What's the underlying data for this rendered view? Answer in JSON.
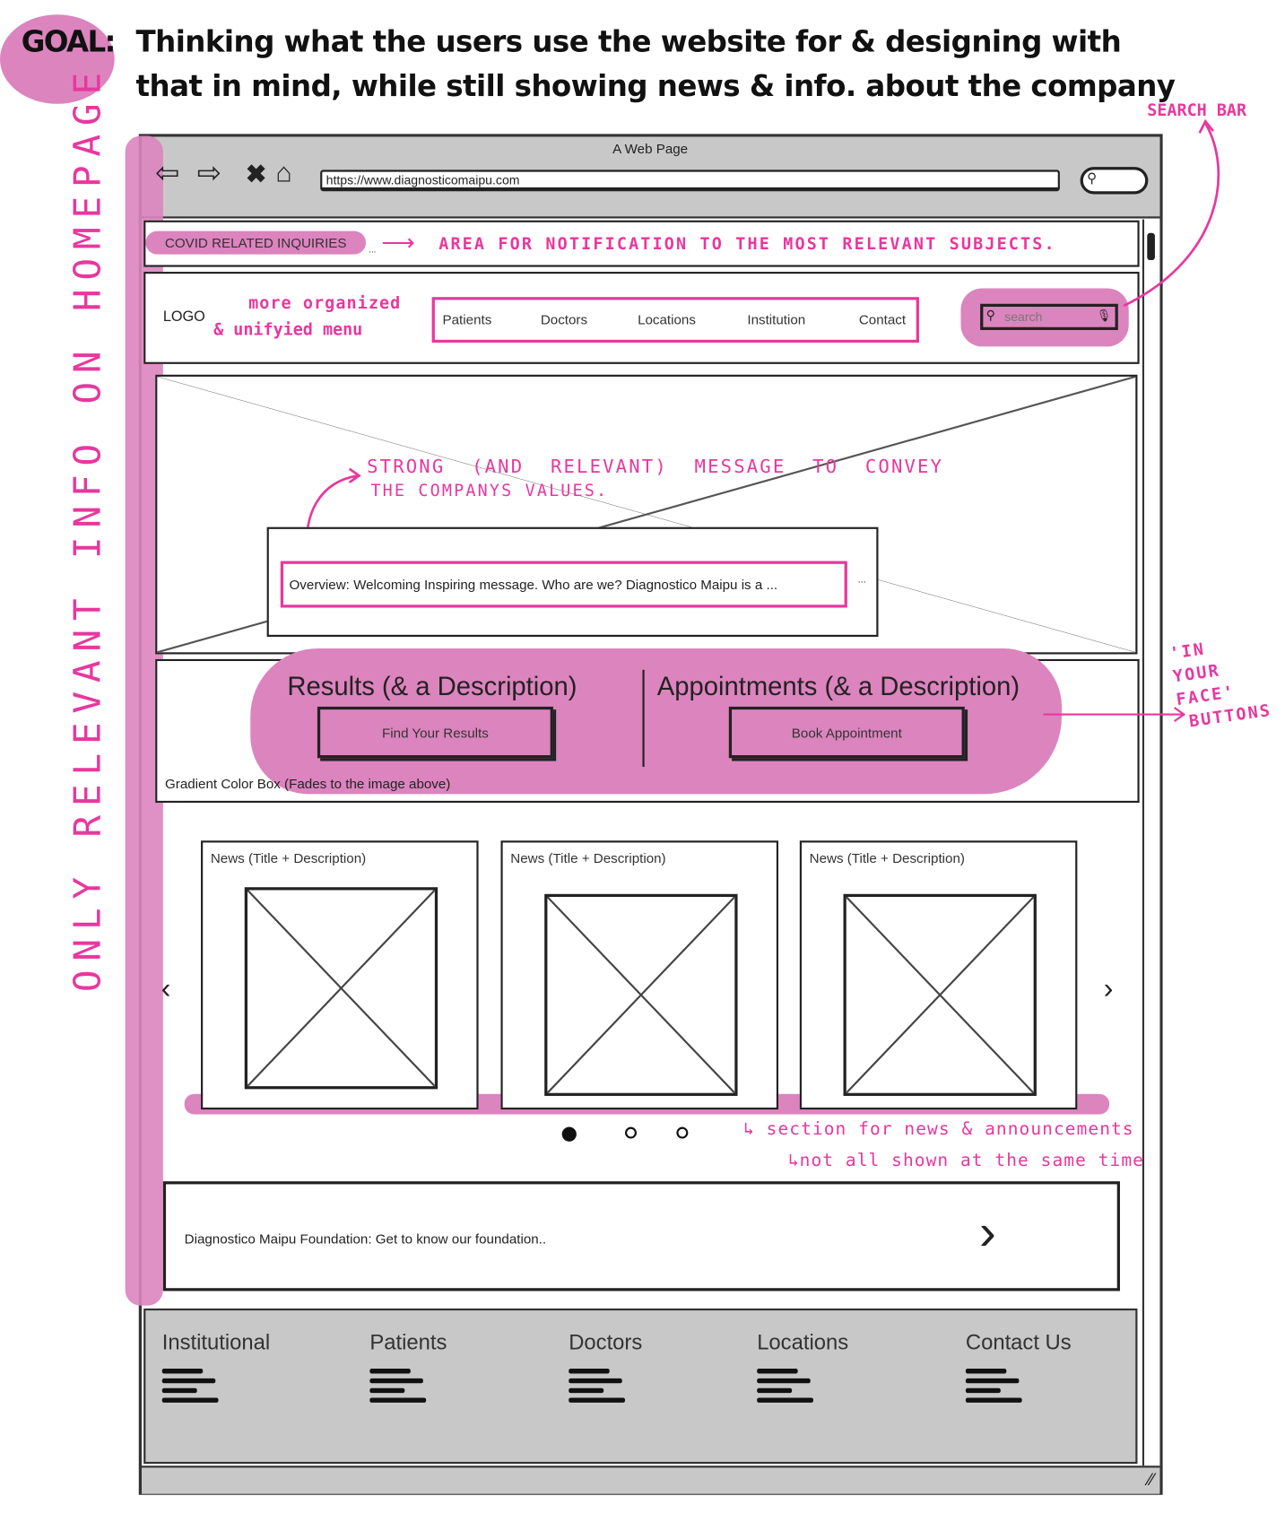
{
  "annotations": {
    "goal_label": "GOAL:",
    "goal_line1": "Thinking what the users use the website for & designing with",
    "goal_line2": "that in mind, while still showing news & info. about the company",
    "vertical_note": "ONLY RELEVANT INFO ON HOMEPAGE",
    "search_bar": "SEARCH BAR",
    "notification_area": "AREA FOR NOTIFICATION TO THE MOST RELEVANT SUBJECTS.",
    "menu_line1": "more organized",
    "menu_line2": "& unifyied menu",
    "message_line1": "STRONG (AND RELEVANT) MESSAGE TO CONVEY",
    "message_line2": "THE COMPANYS VALUES.",
    "buttons_note": [
      "'IN",
      "YOUR",
      "FACE'",
      "BUTTONS"
    ],
    "news_line1": "section for news & announcements",
    "news_line2": "not all shown at the same time"
  },
  "browser": {
    "title": "A Web Page",
    "url": "https://www.diagnosticomaipu.com"
  },
  "notification": {
    "label": "COVID RELATED INQUIRIES",
    "ellipsis": "..."
  },
  "header": {
    "logo": "LOGO",
    "nav": [
      "Patients",
      "Doctors",
      "Locations",
      "Institution",
      "Contact"
    ],
    "search_placeholder": "search"
  },
  "hero": {
    "overview": "Overview: Welcoming Inspiring message. Who are we? Diagnostico Maipu is a ...",
    "more": "..."
  },
  "cta": {
    "results_title": "Results (& a Description)",
    "results_button": "Find Your Results",
    "appointments_title": "Appointments (& a Description)",
    "appointments_button": "Book Appointment",
    "gradient_note": "Gradient Color Box (Fades to the image above)"
  },
  "news": {
    "cards": [
      "News (Title + Description)",
      "News (Title + Description)",
      "News (Title + Description)"
    ],
    "prev": "‹",
    "next": "›",
    "active_page": 1,
    "pages": 3
  },
  "foundation": {
    "text": "Diagnostico Maipu Foundation: Get to know our foundation..",
    "chevron": "›"
  },
  "footer": {
    "columns": [
      "Institutional",
      "Patients",
      "Doctors",
      "Locations",
      "Contact Us"
    ]
  },
  "colors": {
    "highlight": "#dc84be",
    "annotation": "#e8379e",
    "chrome": "#c8c8c8"
  }
}
